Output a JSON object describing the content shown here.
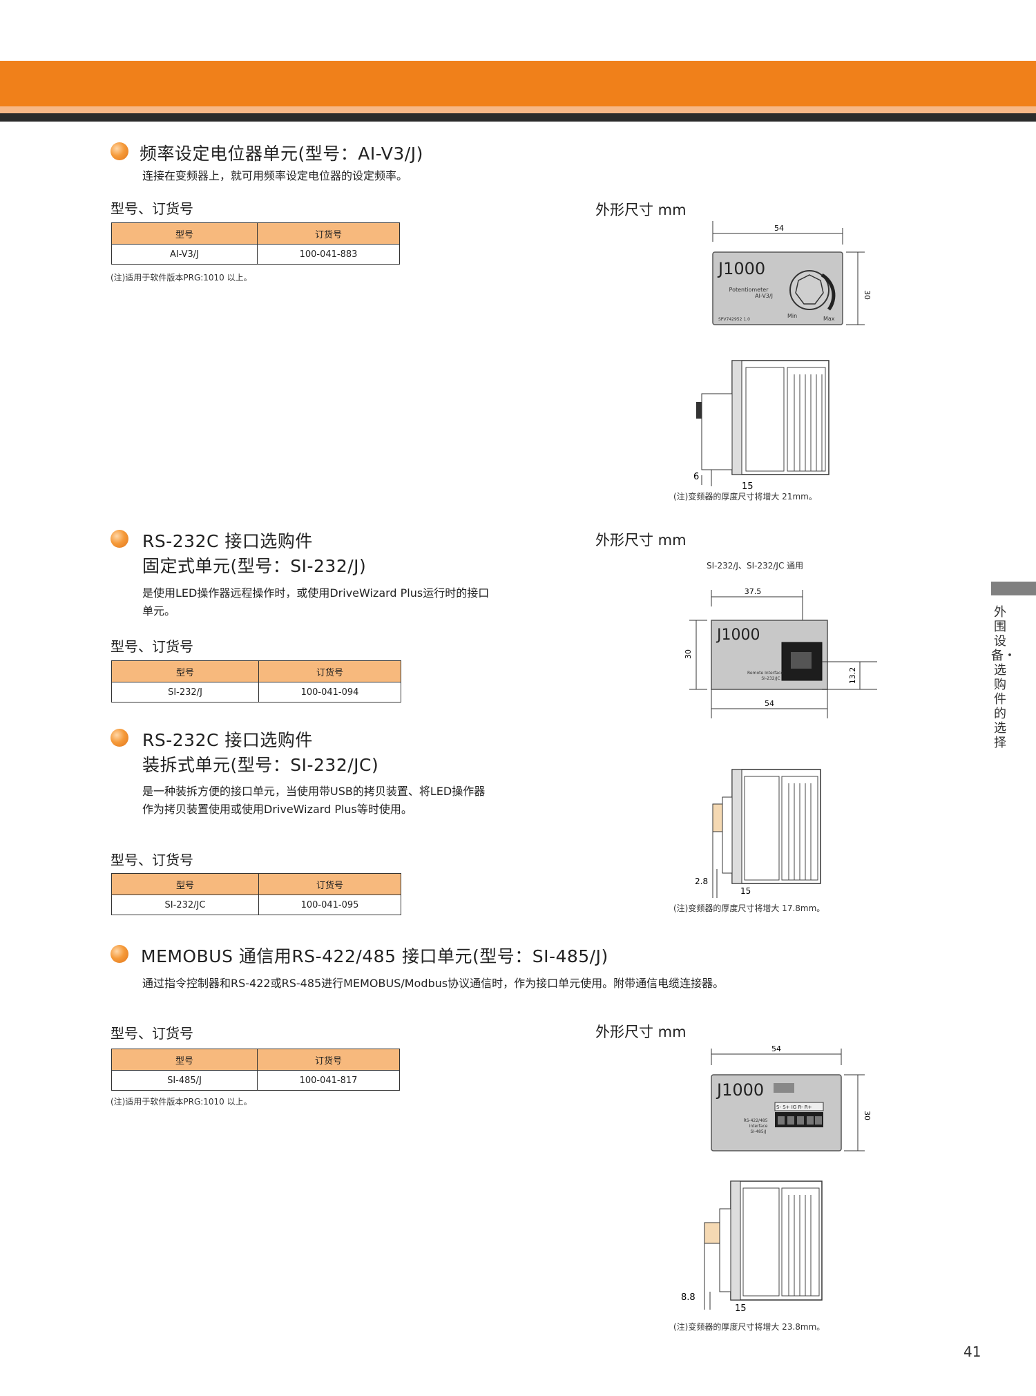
{
  "side_tab": "外围设备・选购件的选择",
  "page_number": "41",
  "sections": [
    {
      "title": "频率设定电位器单元(型号：AI-V3/J)",
      "desc": "连接在变频器上，就可用频率设定电位器的设定频率。",
      "subhead": "型号、订货号",
      "table": {
        "headers": [
          "型号",
          "订货号"
        ],
        "row": [
          "AI-V3/J",
          "100-041-883"
        ]
      },
      "note": "(注)适用于软件版本PRG:1010 以上。"
    },
    {
      "title_line1": "RS-232C 接口选购件",
      "title_line2": "固定式单元(型号：SI-232/J)",
      "desc_line1": "是使用LED操作器远程操作时，或使用DriveWizard Plus运行时的接口",
      "desc_line2": "单元。",
      "subhead": "型号、订货号",
      "table": {
        "headers": [
          "型号",
          "订货号"
        ],
        "row": [
          "SI-232/J",
          "100-041-094"
        ]
      }
    },
    {
      "title_line1": "RS-232C 接口选购件",
      "title_line2": "装拆式单元(型号：SI-232/JC)",
      "desc_line1": "是一种装拆方便的接口单元，当使用带USB的拷贝装置、将LED操作器",
      "desc_line2": "作为拷贝装置使用或使用DriveWizard Plus等时使用。",
      "subhead": "型号、订货号",
      "table": {
        "headers": [
          "型号",
          "订货号"
        ],
        "row": [
          "SI-232/JC",
          "100-041-095"
        ]
      }
    },
    {
      "title": "MEMOBUS 通信用RS-422/485 接口单元(型号：SI-485/J)",
      "desc": "通过指令控制器和RS-422或RS-485进行MEMOBUS/Modbus协议通信时，作为接口单元使用。附带通信电缆连接器。",
      "subhead": "型号、订货号",
      "table": {
        "headers": [
          "型号",
          "订货号"
        ],
        "row": [
          "SI-485/J",
          "100-041-817"
        ]
      },
      "note": "(注)适用于软件版本PRG:1010 以上。"
    }
  ],
  "drawings": [
    {
      "heading": "外形尺寸 mm",
      "front": {
        "model": "J1000",
        "width": "54",
        "height": "30",
        "label1": "Potentiometer",
        "label2": "AI-V3/J",
        "min": "Min",
        "max": "Max",
        "code": "SPV742952 1.0"
      },
      "side": {
        "offset": "6",
        "depth": "15"
      },
      "note": "(注)变频器的厚度尺寸将增大 21mm。"
    },
    {
      "heading": "外形尺寸 mm",
      "applies": "SI-232/J、SI-232/JC 通用",
      "front": {
        "model": "J1000",
        "width_top": "37.5",
        "height": "30",
        "port_h": "13.2",
        "width_bottom": "54",
        "label1": "Remote Interface",
        "label2": "SI-232/JC"
      }
    },
    {
      "side": {
        "offset": "2.8",
        "depth": "15"
      },
      "note": "(注)变频器的厚度尺寸将增大 17.8mm。"
    },
    {
      "heading": "外形尺寸 mm",
      "front": {
        "model": "J1000",
        "width": "54",
        "height": "30",
        "label1": "RS-422/485",
        "label2": "Interface",
        "label3": "SI-485/J",
        "terminals": "S- S+ IG R- R+"
      },
      "side": {
        "offset": "8.8",
        "depth": "15"
      },
      "note": "(注)变频器的厚度尺寸将增大 23.8mm。"
    }
  ],
  "colors": {
    "brand_orange": "#f0801a",
    "table_header": "#f7b97d",
    "panel_gray": "#c8c8c8",
    "tab_gray": "#808080"
  }
}
